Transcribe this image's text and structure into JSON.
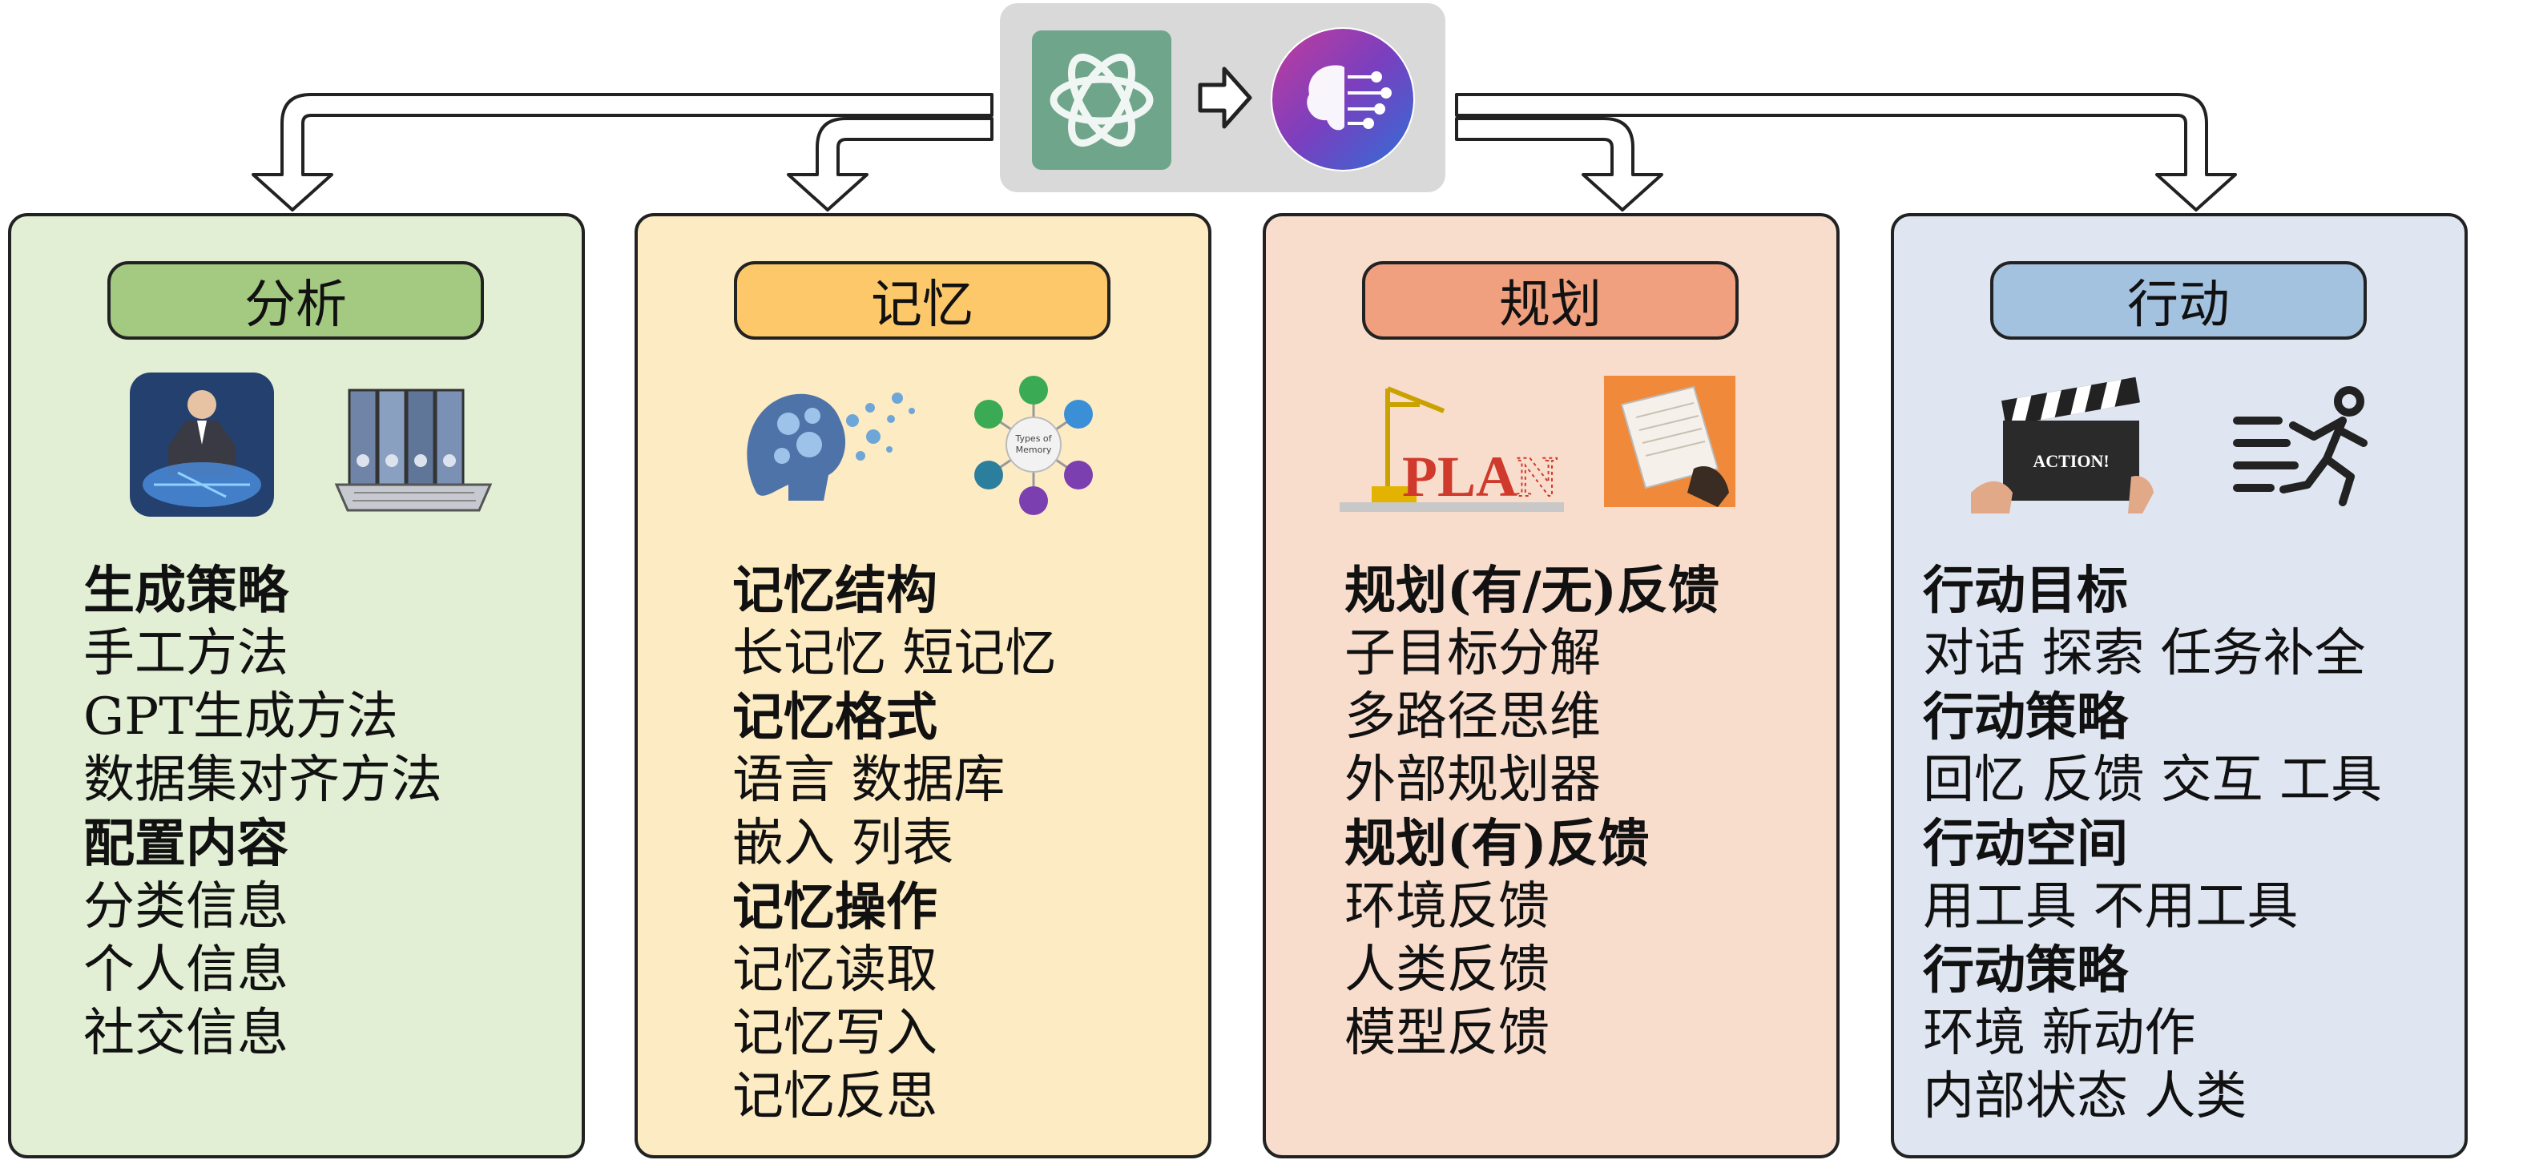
{
  "panels": [
    {
      "title": "分析",
      "bg": "#e2efd4",
      "pill": "#a4c981",
      "items": [
        {
          "text": "生成策略",
          "head": true
        },
        {
          "text": "手工方法",
          "head": false
        },
        {
          "text": "GPT生成方法",
          "head": false
        },
        {
          "text": "数据集对齐方法",
          "head": false
        },
        {
          "text": "配置内容",
          "head": true
        },
        {
          "text": "分类信息",
          "head": false
        },
        {
          "text": "个人信息",
          "head": false
        },
        {
          "text": "社交信息",
          "head": false
        }
      ]
    },
    {
      "title": "记忆",
      "bg": "#fdebc4",
      "pill": "#fdc86a",
      "items": [
        {
          "text": "记忆结构",
          "head": true
        },
        {
          "text": "长记忆  短记忆",
          "head": false
        },
        {
          "text": "记忆格式",
          "head": true
        },
        {
          "text": "语言  数据库",
          "head": false
        },
        {
          "text": "嵌入  列表",
          "head": false
        },
        {
          "text": "记忆操作",
          "head": true
        },
        {
          "text": "记忆读取",
          "head": false
        },
        {
          "text": "记忆写入",
          "head": false
        },
        {
          "text": "记忆反思",
          "head": false
        }
      ]
    },
    {
      "title": "规划",
      "bg": "#f8ddcd",
      "pill": "#f0a07e",
      "items": [
        {
          "text": "规划(有/无)反馈",
          "head": true
        },
        {
          "text": "子目标分解",
          "head": false
        },
        {
          "text": "多路径思维",
          "head": false
        },
        {
          "text": "外部规划器",
          "head": false
        },
        {
          "text": "规划(有)反馈",
          "head": true
        },
        {
          "text": "环境反馈",
          "head": false
        },
        {
          "text": "人类反馈",
          "head": false
        },
        {
          "text": "模型反馈",
          "head": false
        }
      ]
    },
    {
      "title": "行动",
      "bg": "#dfe6f1",
      "pill": "#a3c2e0",
      "items": [
        {
          "text": "行动目标",
          "head": true
        },
        {
          "text": "对话  探索  任务补全",
          "head": false
        },
        {
          "text": "行动策略",
          "head": true
        },
        {
          "text": "回忆  反馈  交互  工具",
          "head": false
        },
        {
          "text": "行动空间",
          "head": true
        },
        {
          "text": "用工具  不用工具",
          "head": false
        },
        {
          "text": "行动策略",
          "head": true
        },
        {
          "text": "环境  新动作",
          "head": false
        },
        {
          "text": "内部状态  人类",
          "head": false
        }
      ]
    }
  ],
  "image_labels": {
    "memory_diagram": "Types of Memory",
    "plan_sign": "PLAN",
    "clapper": "ACTION!"
  },
  "icons": [
    "openai-logo-icon",
    "right-arrow-icon",
    "ai-brain-icon"
  ]
}
